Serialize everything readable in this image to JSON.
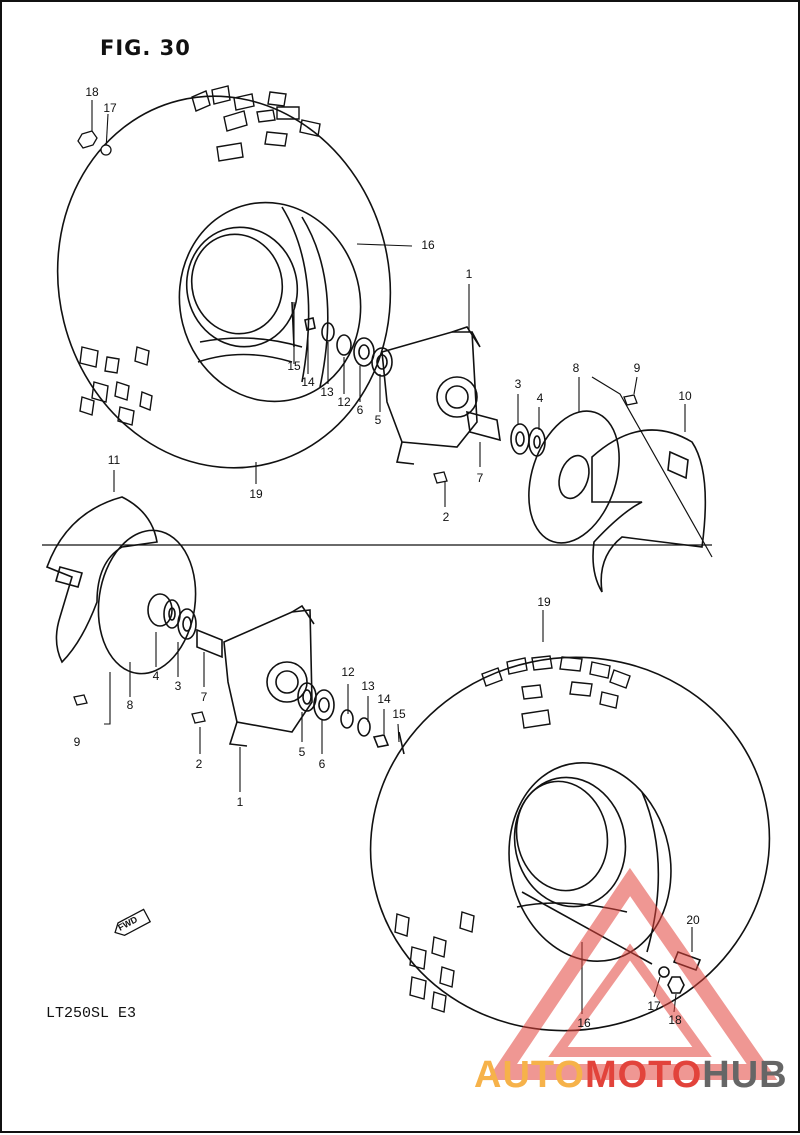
{
  "figure": {
    "title": "FIG. 30",
    "model_code": "LT250SL  E3"
  },
  "callouts": {
    "c18_top": "18",
    "c17_top": "17",
    "c16_top": "16",
    "c1_top": "1",
    "c15_top": "15",
    "c14_top": "14",
    "c13_top": "13",
    "c12_top": "12",
    "c6_top": "6",
    "c5_top": "5",
    "c3_top": "3",
    "c4_top": "4",
    "c8_top": "8",
    "c9_top": "9",
    "c10": "10",
    "c7_top": "7",
    "c2_top": "2",
    "c19_top": "19",
    "c11": "11",
    "c4_bot": "4",
    "c3_bot": "3",
    "c8_bot": "8",
    "c7_bot": "7",
    "c9_bot": "9",
    "c2_bot": "2",
    "c1_bot": "1",
    "c5_bot": "5",
    "c6_bot": "6",
    "c12_bot": "12",
    "c13_bot": "13",
    "c14_bot": "14",
    "c15_bot": "15",
    "c19_bot": "19",
    "c20": "20",
    "c17_bot": "17",
    "c16_bot": "16",
    "c18_bot": "18"
  },
  "direction_marker": {
    "label": "FWD"
  },
  "watermark": {
    "part1": "AUTO",
    "part2": "MOTO",
    "part3": "HUB",
    "colors": [
      "#f6b24a",
      "#e2433b",
      "#666666"
    ]
  }
}
